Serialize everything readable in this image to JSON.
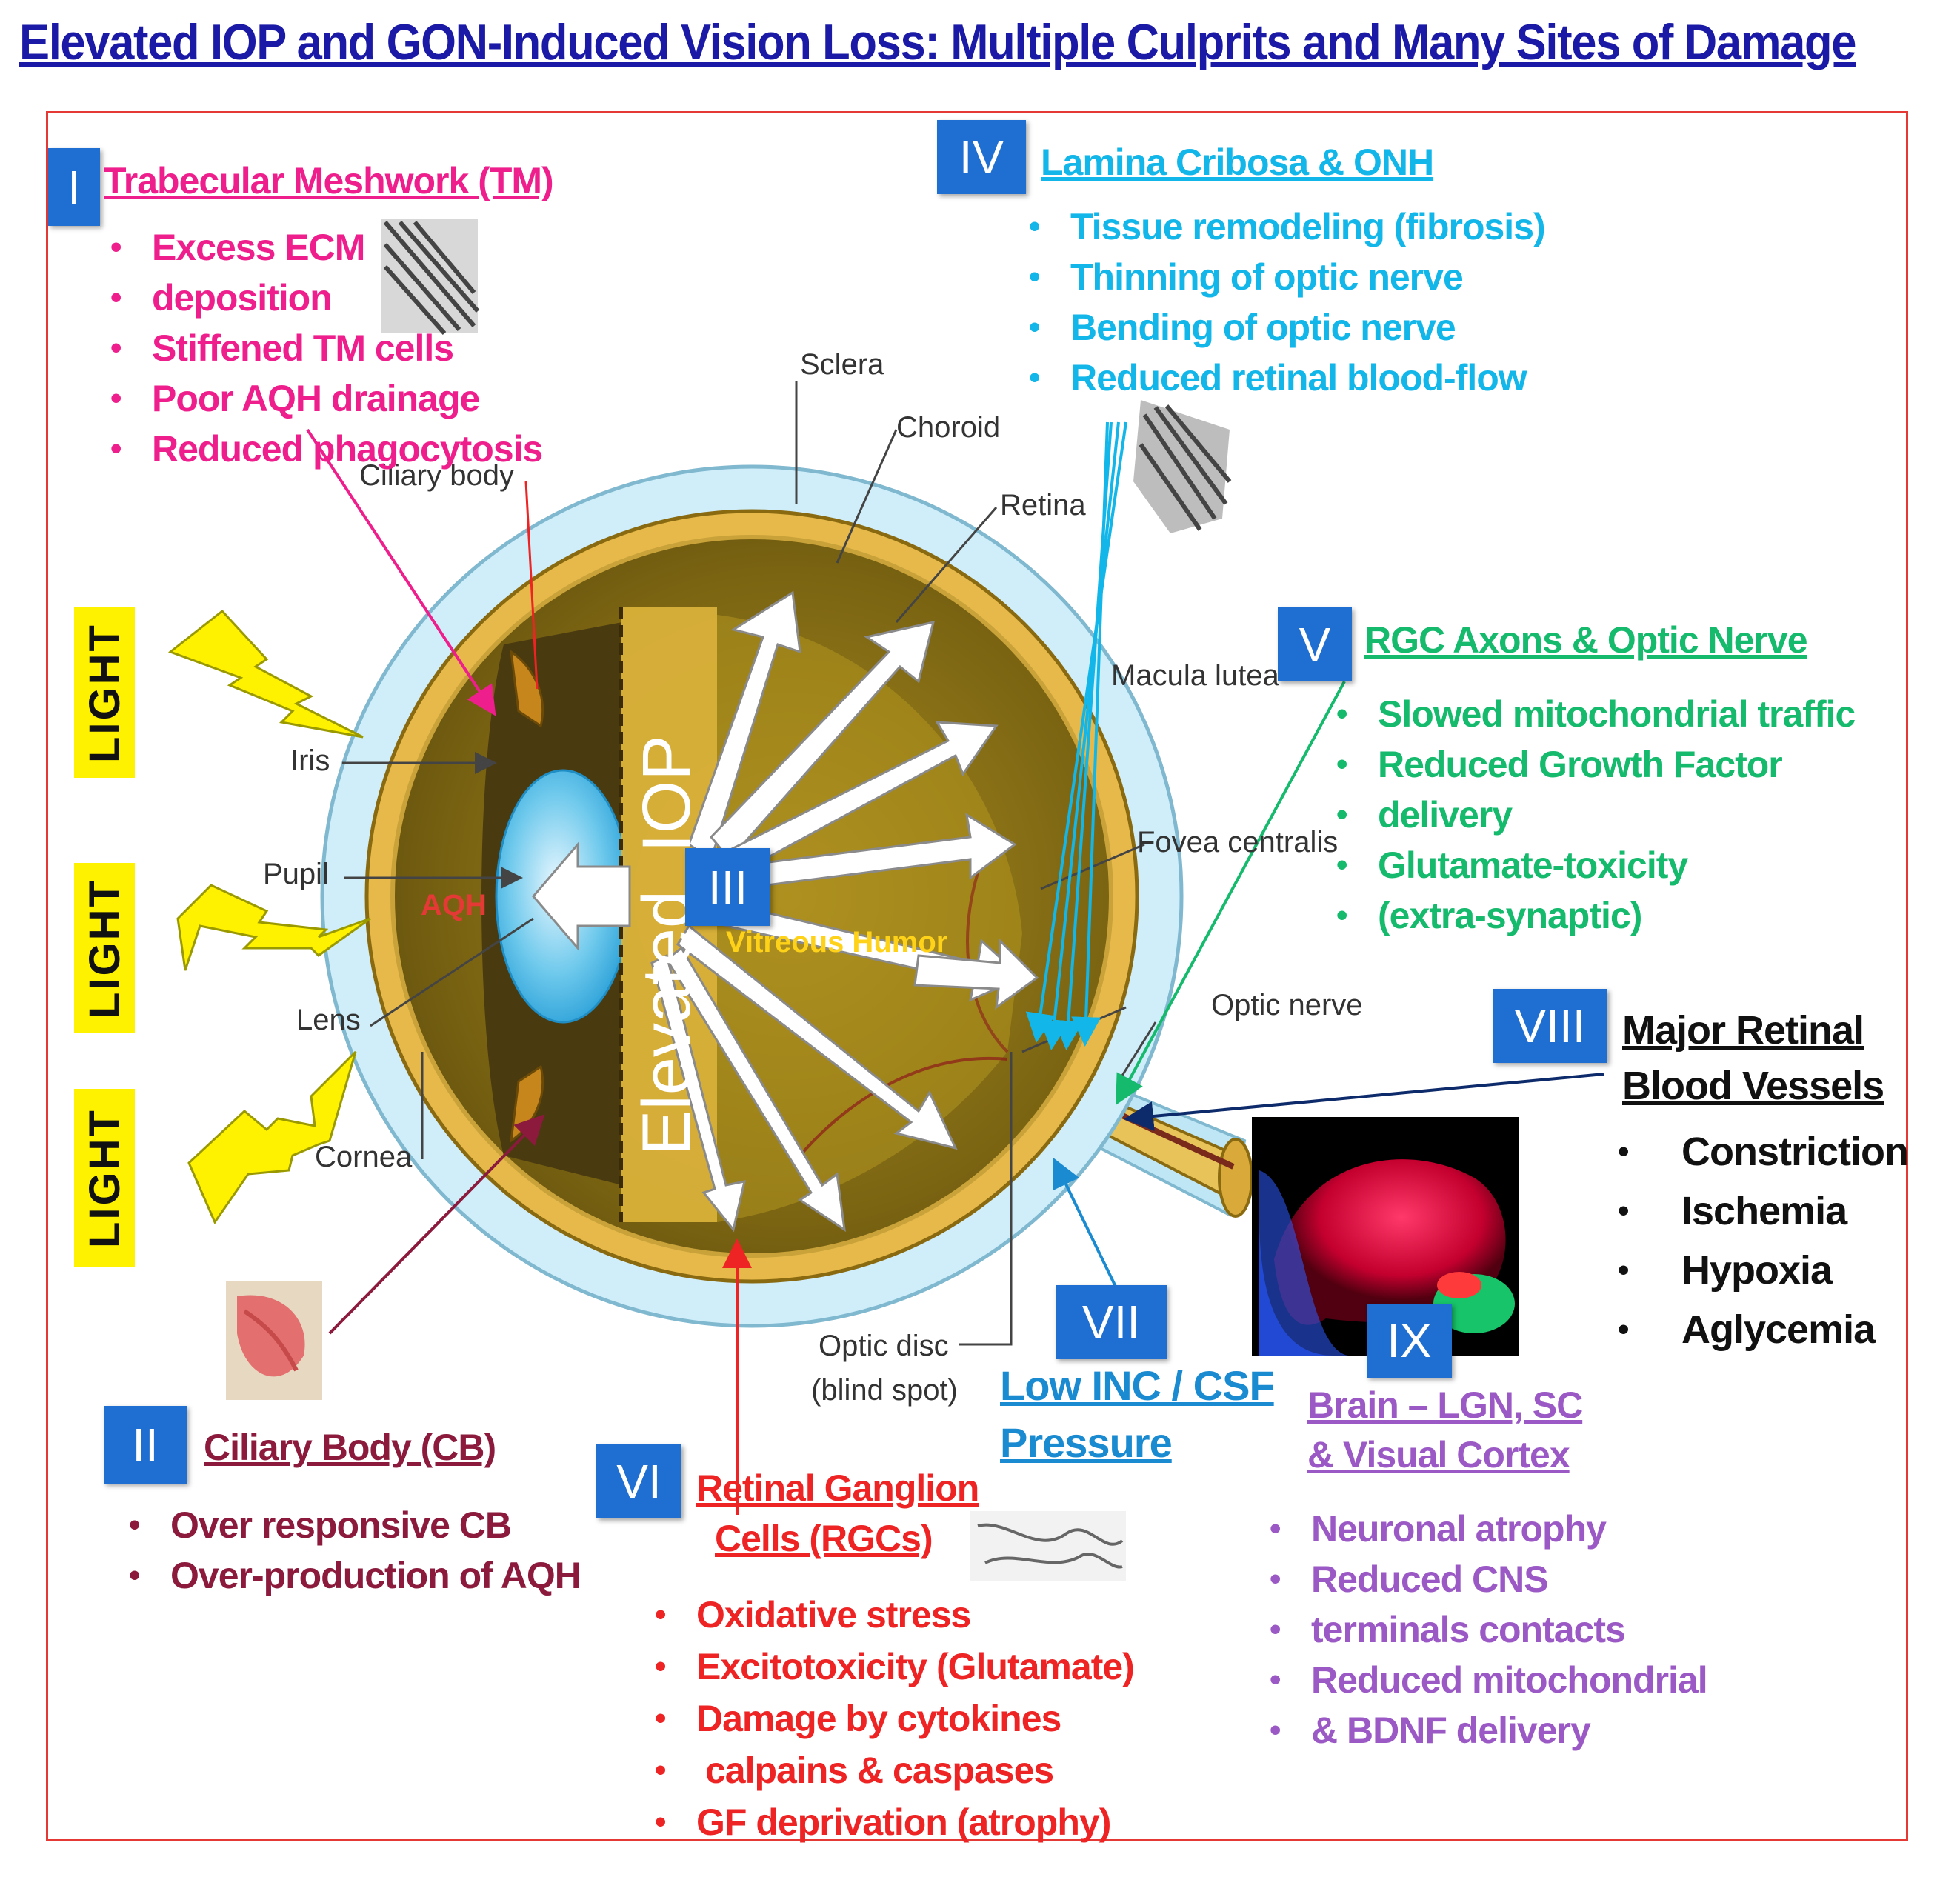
{
  "title": "Elevated IOP and GON-Induced Vision Loss:  Multiple Culprits and Many Sites of Damage",
  "light_label": "LIGHT",
  "center_label": "Elevated  IOP",
  "anatomy": {
    "sclera": "Sclera",
    "choroid": "Choroid",
    "retina": "Retina",
    "ciliary_body": "Ciliary body",
    "iris": "Iris",
    "pupil": "Pupil",
    "lens": "Lens",
    "cornea": "Cornea",
    "aqh": "AQH",
    "macula": "Macula lutea",
    "fovea": "Fovea centralis",
    "optic_nerve": "Optic nerve",
    "optic_disc_1": "Optic disc",
    "optic_disc_2": "(blind spot)",
    "vitreous": "Vitreous Humor"
  },
  "sections": {
    "I": {
      "numeral": "I",
      "title": "Trabecular Meshwork (TM)",
      "items": [
        "Excess ECM",
        "deposition",
        "Stiffened  TM cells",
        "Poor AQH  drainage",
        "Reduced phagocytosis"
      ]
    },
    "II": {
      "numeral": "II",
      "title": "Ciliary Body (CB)",
      "items": [
        "Over responsive CB",
        "Over-production  of AQH"
      ]
    },
    "III": {
      "numeral": "III"
    },
    "IV": {
      "numeral": "IV",
      "title": "Lamina Cribosa & ONH",
      "items": [
        "Tissue remodeling (fibrosis)",
        "Thinning of optic nerve",
        "Bending of optic nerve",
        "Reduced retinal blood-flow"
      ]
    },
    "V": {
      "numeral": "V",
      "title": "RGC Axons & Optic Nerve",
      "items": [
        "Slowed mitochondrial traffic",
        "Reduced Growth Factor",
        "delivery",
        "Glutamate-toxicity",
        "(extra-synaptic)"
      ]
    },
    "VI": {
      "numeral": "VI",
      "title_1": "Retinal Ganglion",
      "title_2": "Cells (RGCs)",
      "items": [
        "Oxidative stress",
        "Excitotoxicity  (Glutamate)",
        "Damage by cytokines",
        "calpains & caspases",
        "GF deprivation (atrophy)"
      ]
    },
    "VII": {
      "numeral": "VII",
      "title_1": "Low INC / CSF",
      "title_2": "Pressure"
    },
    "VIII": {
      "numeral": "VIII",
      "title_1": "Major Retinal",
      "title_2": "Blood Vessels",
      "items": [
        "Constriction",
        "Ischemia",
        "Hypoxia",
        "Aglycemia"
      ]
    },
    "IX": {
      "numeral": "IX",
      "title_1": "Brain – LGN, SC",
      "title_2": "& Visual Cortex",
      "items": [
        "Neuronal atrophy",
        "Reduced CNS",
        "terminals contacts",
        "Reduced mitochondrial",
        "& BDNF delivery"
      ]
    }
  },
  "colors": {
    "title": "#1a1aa6",
    "frame": "#e53935",
    "badge": "#1e6fd1",
    "tm": "#ee1f8c",
    "lamina": "#12b6e8",
    "rgc_axons": "#15ba6d",
    "ciliary": "#8b1a3d",
    "rgc": "#ee2323",
    "brain": "#9b59c5",
    "csf": "#1b8bd1",
    "light_bg": "#fff200"
  }
}
